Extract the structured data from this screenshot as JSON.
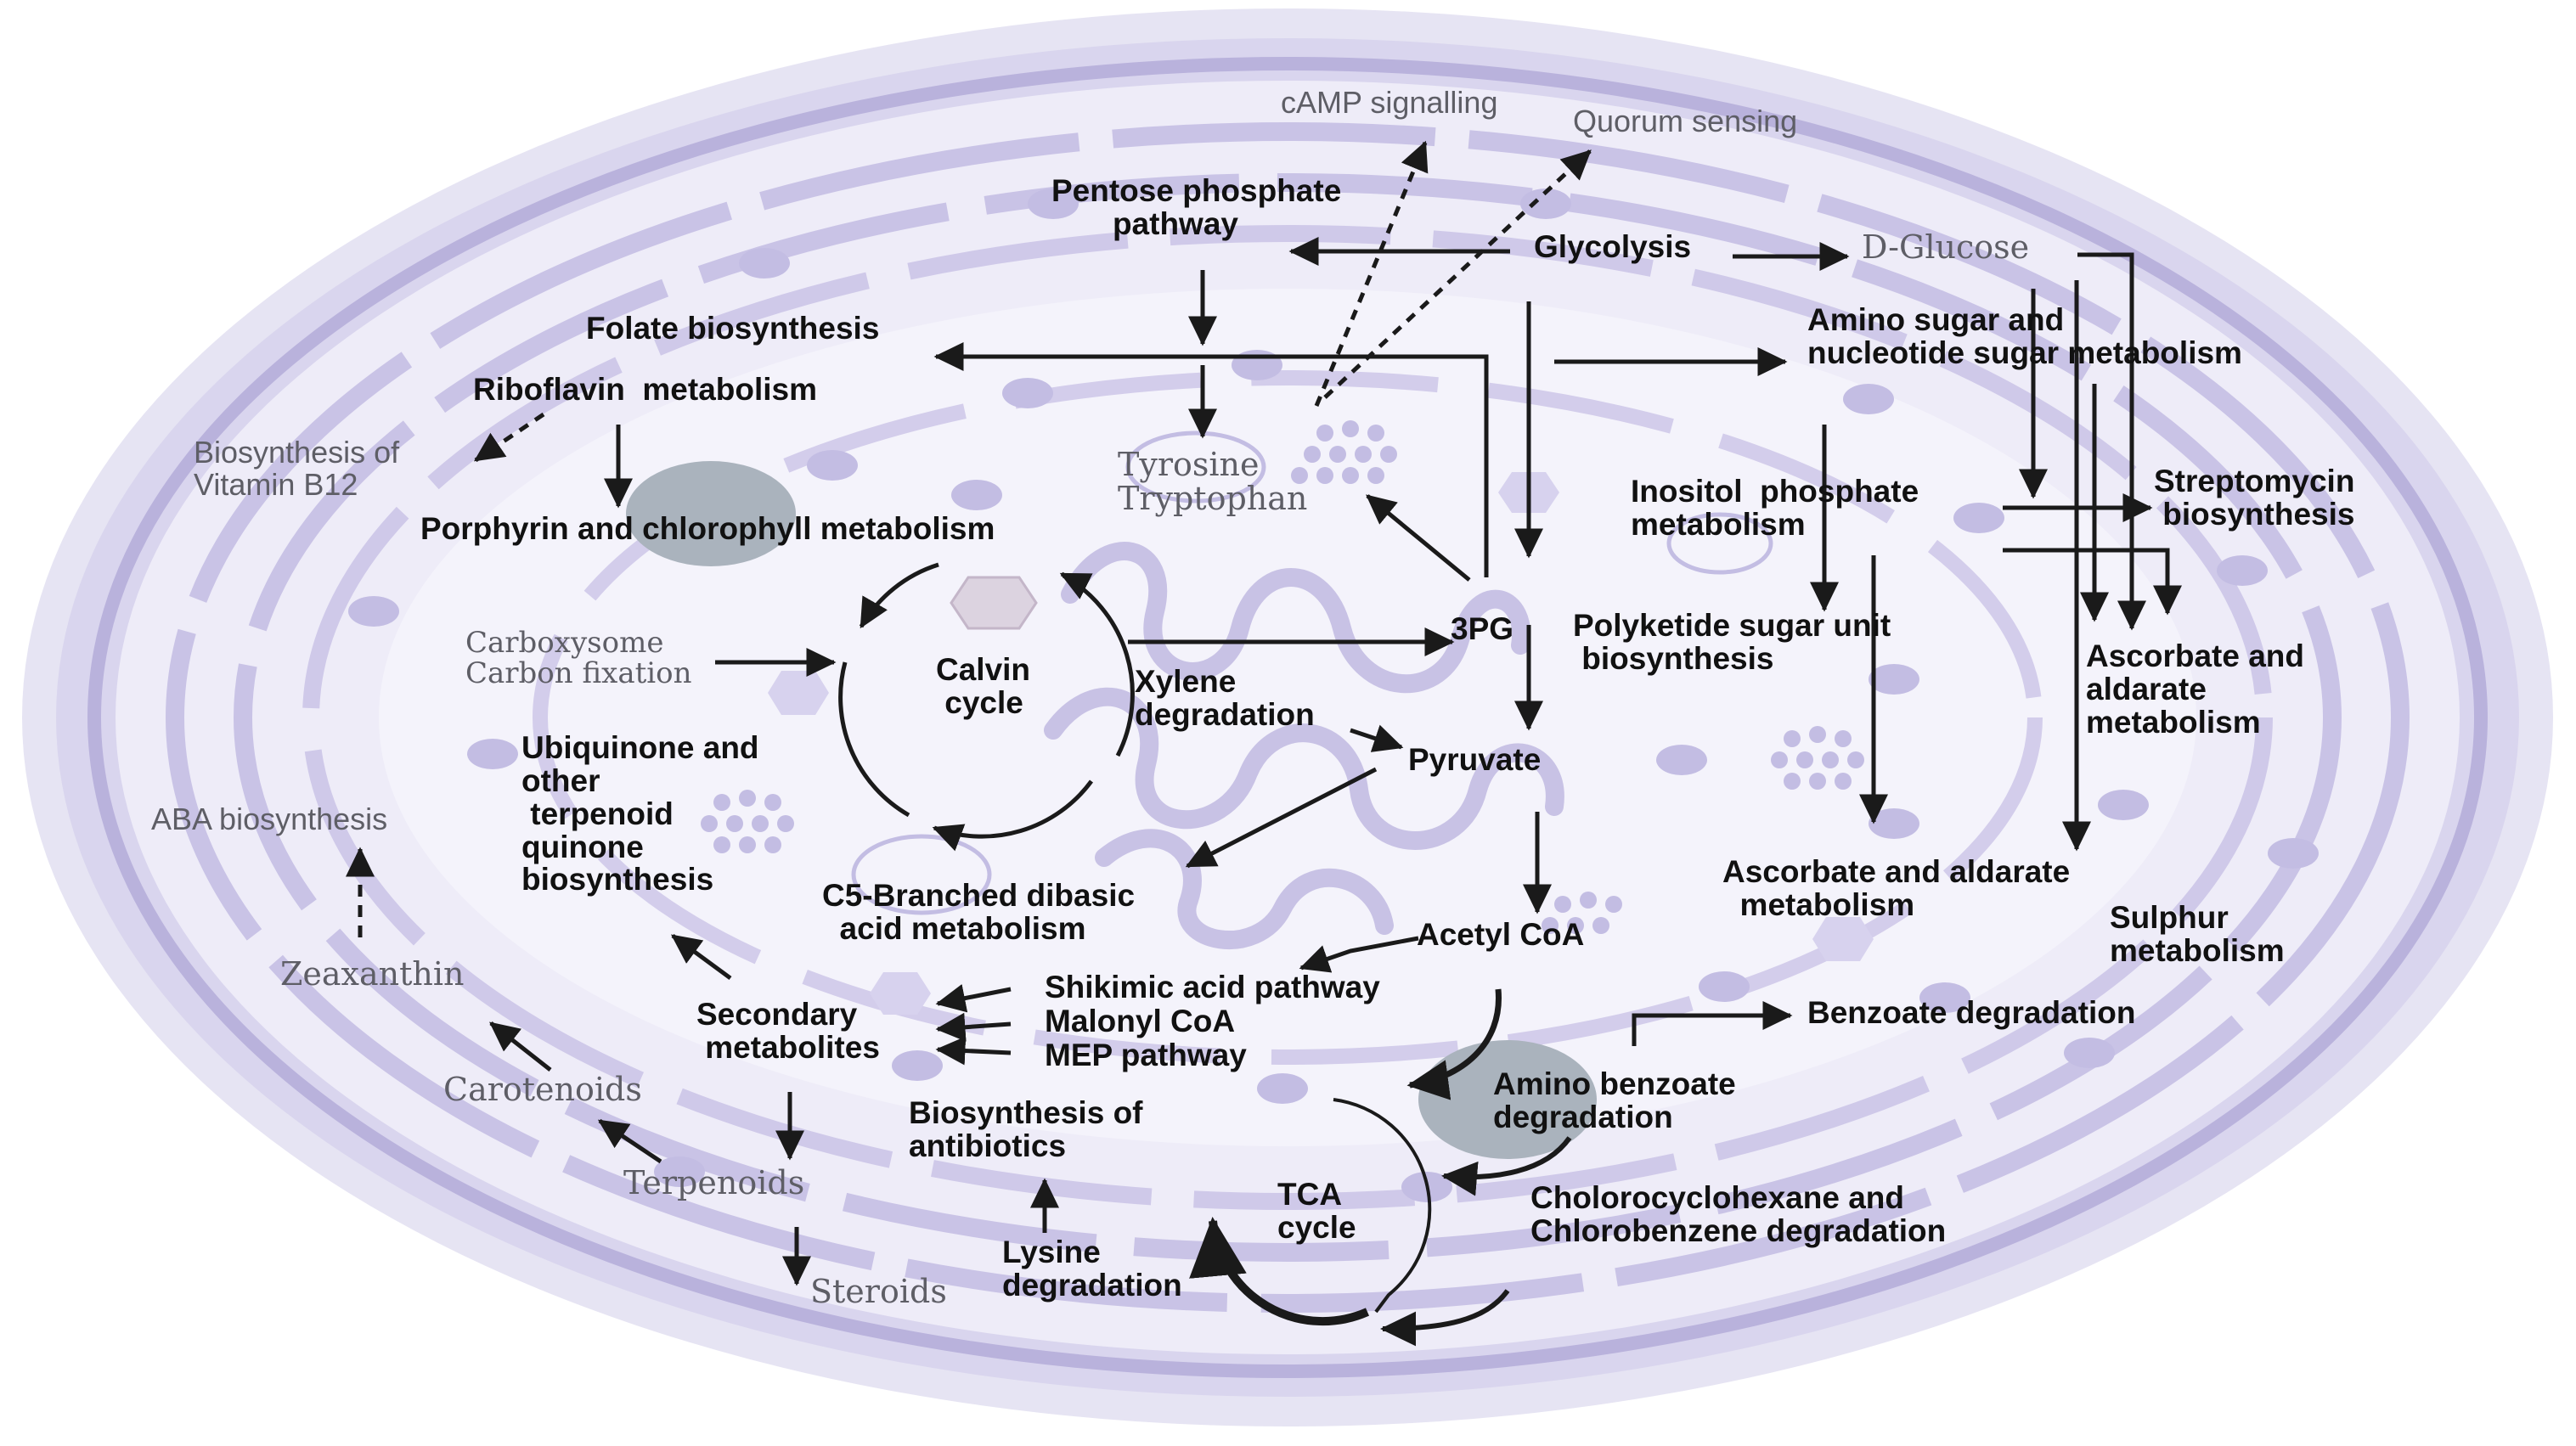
{
  "colors": {
    "cell_outer": "#e6e4f3",
    "cell_mid": "#d6d2ec",
    "membrane": "#b9b2dc",
    "cell_interior": "#eeecf8",
    "stroma": "#f4f3fb",
    "organelle": "#c3bde3",
    "organelle_gray": "#aab3bd",
    "arrow": "#1a1a1a",
    "gray_text": "#5e5e66"
  },
  "labels": {
    "camp": "cAMP signalling",
    "quorum": "Quorum sensing",
    "pentose": "Pentose phosphate\n       pathway",
    "glycolysis": "Glycolysis",
    "dglucose": "D-Glucose",
    "folate": "Folate biosynthesis",
    "riboflavin": "Riboflavin  metabolism",
    "vitb12": "Biosynthesis of\nVitamin B12",
    "aminosugar": "Amino sugar and\nnucleotide sugar metabolism",
    "tyrosine": "Tyrosine\nTryptophan",
    "porphyrin": "Porphyrin and chlorophyll metabolism",
    "inositol": "Inositol  phosphate\nmetabolism",
    "streptomycin": "Streptomycin\n biosynthesis",
    "carboxysome": "Carboxysome\nCarbon fixation",
    "calvin": "Calvin\n cycle",
    "threepg": "3PG",
    "polyketide": "Polyketide sugar unit\n biosynthesis",
    "ascorbate_right": "Ascorbate and\naldarate\nmetabolism",
    "xylene": "Xylene\ndegradation",
    "pyruvate": "Pyruvate",
    "ubiquinone": "Ubiquinone and\nother\n terpenoid\nquinone\nbiosynthesis",
    "aba": "ABA biosynthesis",
    "c5": "C5-Branched dibasic\n  acid metabolism",
    "ascorbate_mid": "Ascorbate and aldarate\n  metabolism",
    "sulphur": "Sulphur\nmetabolism",
    "acetylcoa": "Acetyl CoA",
    "zeaxanthin": "Zeaxanthin",
    "secondary": "Secondary\n metabolites",
    "shikimic": "Shikimic acid pathway",
    "malonyl": "Malonyl CoA",
    "mep": "MEP pathway",
    "benzoate": "Benzoate degradation",
    "carotenoids": "Carotenoids",
    "antibiotics": "Biosynthesis of\nantibiotics",
    "aminobenzoate": "Amino benzoate\ndegradation",
    "terpenoids": "Terpenoids",
    "tca": "TCA\ncycle",
    "chlorocyclo": "Cholorocyclohexane and\nChlorobenzene degradation",
    "lysine": "Lysine\ndegradation",
    "steroids": "Steroids"
  }
}
